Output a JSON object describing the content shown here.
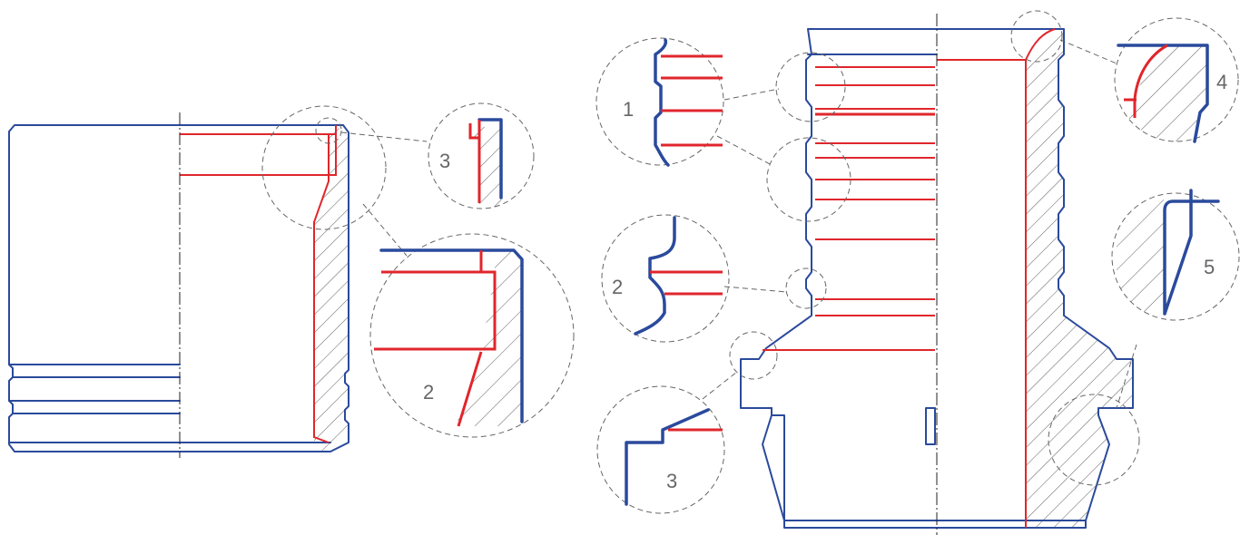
{
  "colors": {
    "outline": "#2a4a9c",
    "highlight": "#e0262c",
    "hatch": "#333333",
    "callout": "#666666"
  },
  "left_part": {
    "details": [
      {
        "label": "3"
      },
      {
        "label": "2"
      }
    ]
  },
  "right_part": {
    "details": [
      {
        "label": "1"
      },
      {
        "label": "2"
      },
      {
        "label": "3"
      },
      {
        "label": "4"
      },
      {
        "label": "5"
      }
    ]
  }
}
